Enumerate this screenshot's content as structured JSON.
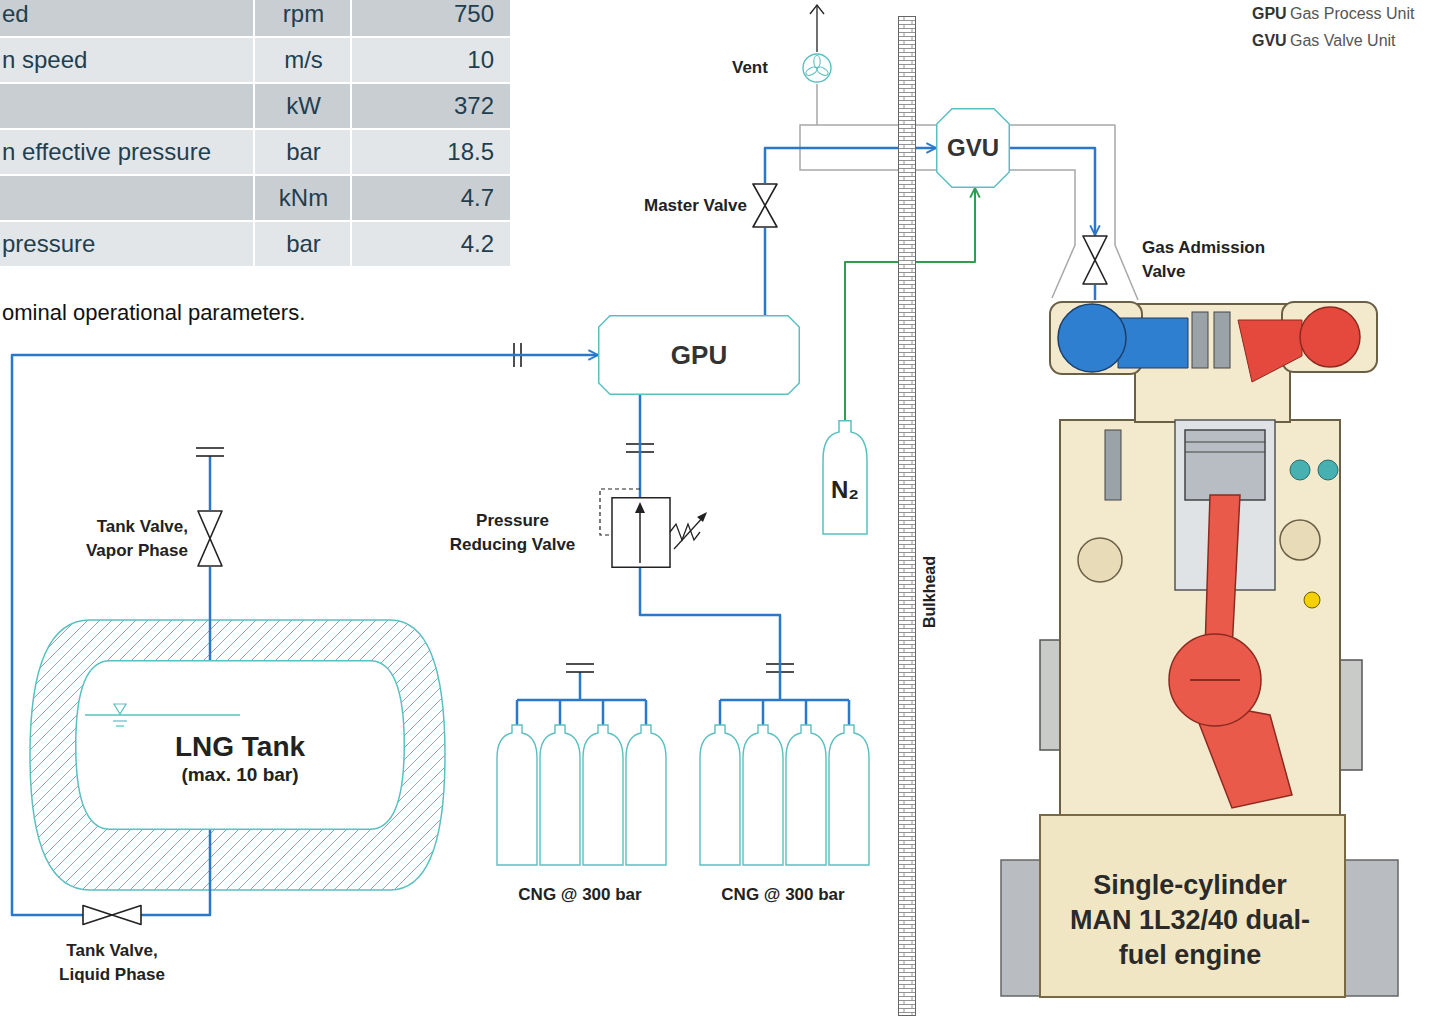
{
  "diagram": {
    "nodes": [
      {
        "text": [
          "LNG Tank",
          "(max. 10 bar)"
        ]
      },
      {
        "text": [
          "Tank Valve, Vapor Phase"
        ]
      },
      {
        "text": [
          "Tank Valve, Liquid Phase"
        ]
      },
      {
        "text": [
          "GPU"
        ]
      },
      {
        "text": [
          "Pressure Reducing Valve"
        ]
      },
      {
        "text": [
          "CNG @ 300 bar"
        ]
      },
      {
        "text": [
          "CNG @ 300 bar"
        ]
      },
      {
        "text": [
          "Master Valve"
        ]
      },
      {
        "text": [
          "Vent"
        ]
      },
      {
        "text": [
          "N₂"
        ]
      },
      {
        "text": [
          "Bulkhead"
        ]
      },
      {
        "text": [
          "GVU"
        ]
      },
      {
        "text": [
          "Gas Admission Valve"
        ]
      },
      {
        "text": [
          "Single-cylinder MAN 1L32/40 dual-fuel engine"
        ]
      }
    ],
    "edges": [
      {
        "from": 0,
        "to": 1,
        "arrow": "none"
      },
      {
        "from": 0,
        "to": 2,
        "arrow": "none"
      },
      {
        "from": 2,
        "to": 3,
        "arrow": "to"
      },
      {
        "from": 6,
        "to": 4,
        "arrow": "none"
      },
      {
        "from": 4,
        "to": 3,
        "arrow": "none"
      },
      {
        "from": 3,
        "to": 7,
        "arrow": "none"
      },
      {
        "from": 7,
        "to": 11,
        "arrow": "to"
      },
      {
        "from": 11,
        "to": 8,
        "arrow": "none"
      },
      {
        "from": 9,
        "to": 11,
        "arrow": "to"
      },
      {
        "from": 11,
        "to": 12,
        "arrow": "to"
      },
      {
        "from": 12,
        "to": 13,
        "arrow": "none"
      },
      {
        "from": 11,
        "to": 13,
        "arrow": "none"
      }
    ],
    "labels": [
      "ed",
      "rpm",
      "750",
      "n speed",
      "m/s",
      "10",
      "kW",
      "372",
      "n effective pressure",
      "bar",
      "18.5",
      "kNm",
      "4.7",
      "pressure",
      "bar",
      "4.2",
      "ominal operational parameters.",
      "GPU",
      "Gas Process Unit",
      "GVU",
      "Gas Valve Unit"
    ]
  }
}
